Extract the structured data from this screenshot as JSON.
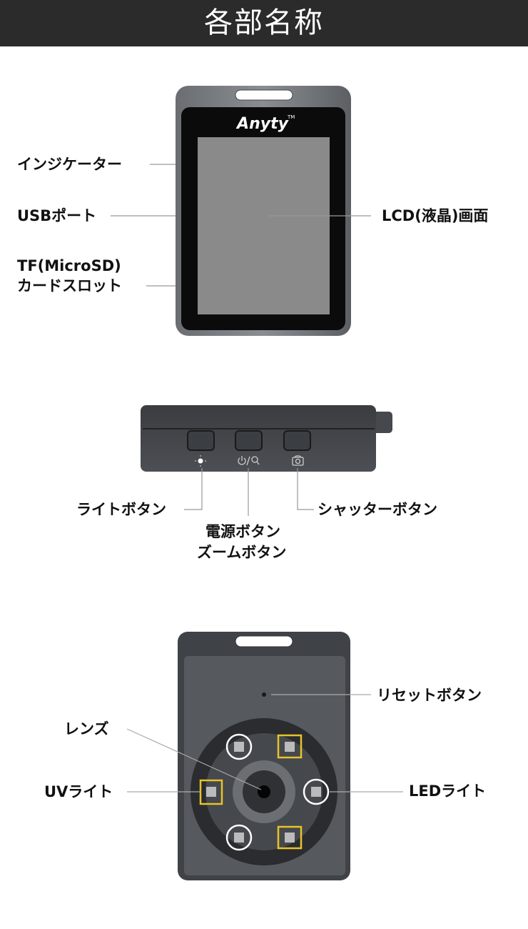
{
  "header": {
    "title": "各部名称"
  },
  "front": {
    "logo": "Anyty",
    "trademark": "TM",
    "labels": {
      "indicator": "インジケーター",
      "usb": "USBポート",
      "tf_line1": "TF(MicroSD)",
      "tf_line2": "カードスロット",
      "lcd": "LCD(液晶)画面"
    }
  },
  "side": {
    "labels": {
      "light": "ライトボタン",
      "power_line1": "電源ボタン",
      "power_line2": "ズームボタン",
      "shutter": "シャッターボタン"
    },
    "icons": [
      "sun-icon",
      "power-icon",
      "magnifier-icon",
      "camera-icon"
    ]
  },
  "back": {
    "labels": {
      "reset": "リセットボタン",
      "lens": "レンズ",
      "uv": "UVライト",
      "led": "LEDライト"
    }
  },
  "colors": {
    "header": "#2b2b2b",
    "highlight_uv": "#e8c22a",
    "highlight_led": "#ffffff",
    "body": "#4a4d52"
  }
}
